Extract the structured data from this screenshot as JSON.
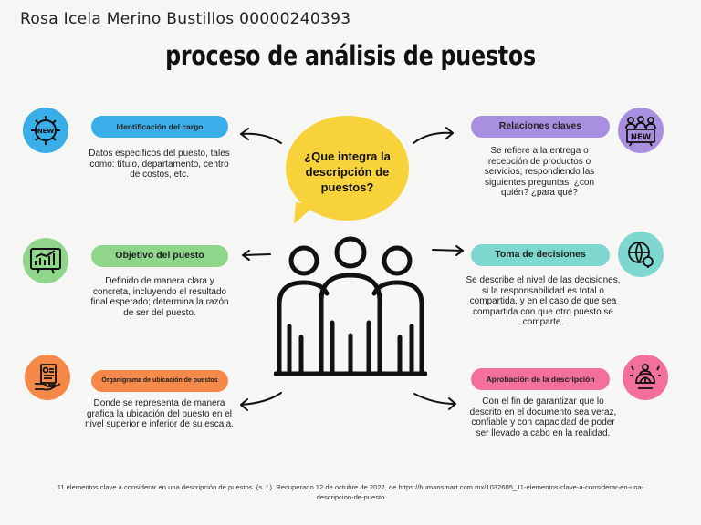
{
  "header": {
    "author": "Rosa Icela Merino Bustillos  00000240393",
    "title": "proceso de análisis de puestos"
  },
  "center": {
    "question": "¿Que integra la descripción de puestos?"
  },
  "items": [
    {
      "label": "Identificación del cargo",
      "description": "Datos específicos del puesto, tales como: título, departamento, centro de costos, etc.",
      "icon": "gear-new-icon",
      "color": "#3aaee8"
    },
    {
      "label": "Objetivo del puesto",
      "description": "Definido de manera clara y concreta, incluyendo el resultado final esperado; determina la razón de ser del puesto.",
      "icon": "chart-board-icon",
      "color": "#8fd68a"
    },
    {
      "label": "Organigrama de ubicación de puestos",
      "description": "Donde se representa de manera grafica la ubicación del puesto en el nivel superior e inferior de su escala.",
      "icon": "document-hand-icon",
      "color": "#f5894a"
    },
    {
      "label": "Relaciones claves",
      "description": "Se refiere a la entrega o recepción de productos o servicios; respondiendo las siguientes preguntas: ¿con quién? ¿para qué?",
      "icon": "people-new-icon",
      "color": "#a98fe0"
    },
    {
      "label": "Toma de decisiones",
      "description": "Se describe el nivel de las decisiones, si la responsabilidad es total o compartida, y en el caso de que sea compartida con que otro puesto se comparte.",
      "icon": "globe-gear-icon",
      "color": "#7fd8cf"
    },
    {
      "label": "Aprobación de la descripción",
      "description": "Con el fin de garantizar que lo descrito en el documento sea veraz, confiable y con capacidad de poder ser llevado a cabo en la realidad.",
      "icon": "business-globe-icon",
      "color": "#f2709a"
    }
  ],
  "citation": "11 elementos clave a considerar en una descripción de puestos. (s. f.). Recuperado 12 de octubre de 2022, de https://humansmart.com.mx/1032605_11-elementos-clave-a-considerar-en-una-descripcion-de-puesto"
}
